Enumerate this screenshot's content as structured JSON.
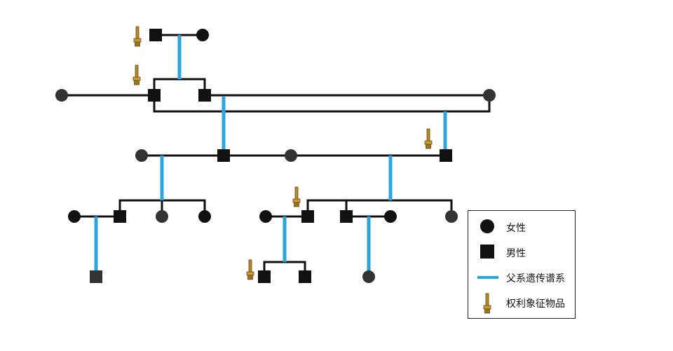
{
  "legend": {
    "female": "女性",
    "male": "男性",
    "patrilineal": "父系遗传谱系",
    "symbol": "权利象征物品"
  },
  "colors": {
    "person": "#111111",
    "line": "#111111",
    "patrilineal": "#2aa6df",
    "artifact": "#b58a2a"
  },
  "icons": {
    "female": "circle",
    "male": "square",
    "artifact": "key-artifact-icon"
  }
}
